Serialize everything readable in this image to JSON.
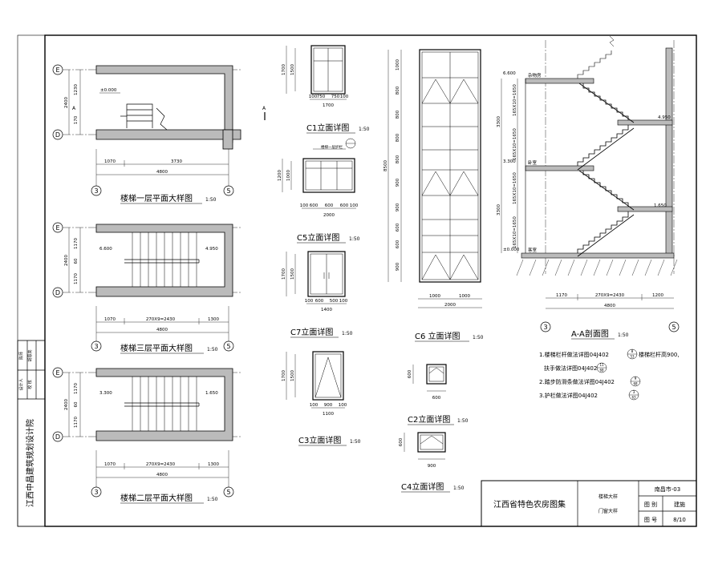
{
  "designer": {
    "institute": "江西中昌建筑规划设计院",
    "rows": [
      {
        "role": "设计人",
        "name": "陈师"
      },
      {
        "role": "校 核",
        "name": "胡恩亮"
      }
    ]
  },
  "titleblock": {
    "atlas": "江西省特色农房图集",
    "drawing_names": [
      "楼梯大样",
      "门窗大样"
    ],
    "series": "南昌市-03",
    "category_label": "图 别",
    "category_value": "建施",
    "number_label": "图 号",
    "number_value": "8/10"
  },
  "plan1": {
    "title": "楼梯一层平面大样图",
    "scale": "1:50",
    "axis_top": "E",
    "axis_bottom": "D",
    "axis_left": "3",
    "axis_right": "5",
    "dims_left": [
      "1230",
      "170"
    ],
    "dim_left_total": "2400",
    "level": "±0.000",
    "dims_bottom": [
      "1070",
      "3730"
    ],
    "dim_total": "4800",
    "cut_mark": "A"
  },
  "plan3": {
    "title": "楼梯三层平面大样图",
    "scale": "1:50",
    "axis_top": "E",
    "axis_bottom": "D",
    "axis_left": "3",
    "axis_right": "5",
    "dims_left": [
      "1170",
      "60",
      "1170"
    ],
    "dim_left_total": "2400",
    "level_left": "6.600",
    "level_right": "4.950",
    "dims_bottom": [
      "1070",
      "270X9=2430",
      "1300"
    ],
    "dim_total": "4800"
  },
  "plan2": {
    "title": "楼梯二层平面大样图",
    "scale": "1:50",
    "axis_top": "E",
    "axis_bottom": "D",
    "axis_left": "3",
    "axis_right": "5",
    "dims_left": [
      "1170",
      "60",
      "1170"
    ],
    "dim_left_total": "2400",
    "level_left": "3.300",
    "level_right": "1.650",
    "dims_bottom": [
      "1070",
      "270X9=2430",
      "1300"
    ],
    "dim_total": "4800"
  },
  "c1": {
    "title": "C1立面详图",
    "scale": "1:50",
    "dims_h": [
      "100",
      "750",
      "750",
      "100"
    ],
    "dim_total": "1700",
    "dim_v_total": "1700",
    "dim_v": "1500"
  },
  "c5": {
    "title": "C5立面详图",
    "scale": "1:50",
    "dims_h": [
      "100",
      "600",
      "600",
      "600",
      "100"
    ],
    "dim_total": "2000",
    "dim_v_total": "1200",
    "dim_v": "1000",
    "callout": "楼梯一层护栏"
  },
  "c7": {
    "title": "C7立面详图",
    "scale": "1:50",
    "dims_h": [
      "100",
      "600",
      "500",
      "100"
    ],
    "dim_total": "1400",
    "dim_v_total": "1700",
    "dim_v": "1500"
  },
  "c3": {
    "title": "C3立面详图",
    "scale": "1:50",
    "dims_h": [
      "100",
      "900",
      "100"
    ],
    "dim_total": "1100",
    "dim_v_total": "1700",
    "dim_v": "1500"
  },
  "c6": {
    "title": "C6 立面详图",
    "scale": "1:50",
    "dims_v": [
      "1000",
      "800",
      "800",
      "800",
      "800",
      "900",
      "900",
      "600",
      "600",
      "900"
    ],
    "dim_v_total": "8500",
    "dims_h": [
      "1000",
      "1000"
    ],
    "dim_total": "2000"
  },
  "c2": {
    "title": "C2立面详图",
    "scale": "1:50",
    "dim_w": "600",
    "dim_h": "600"
  },
  "c4": {
    "title": "C4立面详图",
    "scale": "1:50",
    "dim_w": "900",
    "dim_h": "600"
  },
  "section": {
    "title": "A-A剖面图",
    "scale": "1:50",
    "axis_left": "3",
    "axis_right": "5",
    "levels": [
      "6.600",
      "4.950",
      "3.300",
      "1.650",
      "±0.000"
    ],
    "room_labels": [
      "杂物房",
      "卧室",
      "客室"
    ],
    "dims_v": [
      "165X10=1650",
      "165X10=1650",
      "165X10=1650",
      "165X10=1650"
    ],
    "floor_heights": [
      "3300",
      "3300"
    ],
    "dims_bottom": [
      "1170",
      "270X9=2430",
      "1200"
    ],
    "dim_total": "4800"
  },
  "notes": [
    {
      "text": "1.楼梯栏杆做法详图04J402",
      "ref_top": "8",
      "ref_bottom": "53",
      "tail": "楼梯栏杆高900,"
    },
    {
      "text": "扶手做法详图04J402",
      "ref_top": "11",
      "ref_bottom": "68",
      "tail": ""
    },
    {
      "text": "2.踏步防滑条做法详图04J402",
      "ref_top": "9",
      "ref_bottom": "68",
      "tail": ""
    },
    {
      "text": "3.护栏做法详图04J402",
      "ref_top": "3",
      "ref_bottom": "63",
      "tail": ""
    }
  ],
  "colors": {
    "line": "#000000",
    "paper": "#ffffff"
  }
}
